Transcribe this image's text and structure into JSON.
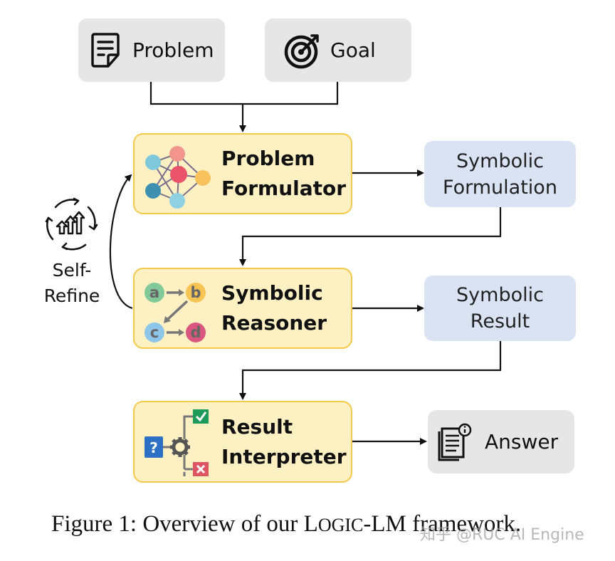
{
  "inputs": {
    "problem": "Problem",
    "goal": "Goal"
  },
  "modules": {
    "formulator": {
      "line1": "Problem",
      "line2": "Formulator"
    },
    "reasoner": {
      "line1": "Symbolic",
      "line2": "Reasoner"
    },
    "interpreter": {
      "line1": "Result",
      "line2": "Interpreter"
    }
  },
  "outputs": {
    "formulation": {
      "line1": "Symbolic",
      "line2": "Formulation"
    },
    "result": {
      "line1": "Symbolic",
      "line2": "Result"
    },
    "answer": "Answer"
  },
  "self_refine": {
    "line1": "Self-",
    "line2": "Refine"
  },
  "reasoner_icon": {
    "a": "a",
    "b": "b",
    "c": "c",
    "d": "d"
  },
  "interpreter_icon": {
    "q": "?"
  },
  "caption": {
    "prefix": "Figure 1: Overview of our L",
    "sc": "OGIC",
    "suffix": "-LM framework."
  },
  "watermark": "知乎 @RUC AI Engine",
  "colors": {
    "yellow_fill": "#fdf1c4",
    "yellow_border": "#f4c84a",
    "blue_fill": "#dae3f3",
    "grey_fill": "#e6e6e6"
  }
}
